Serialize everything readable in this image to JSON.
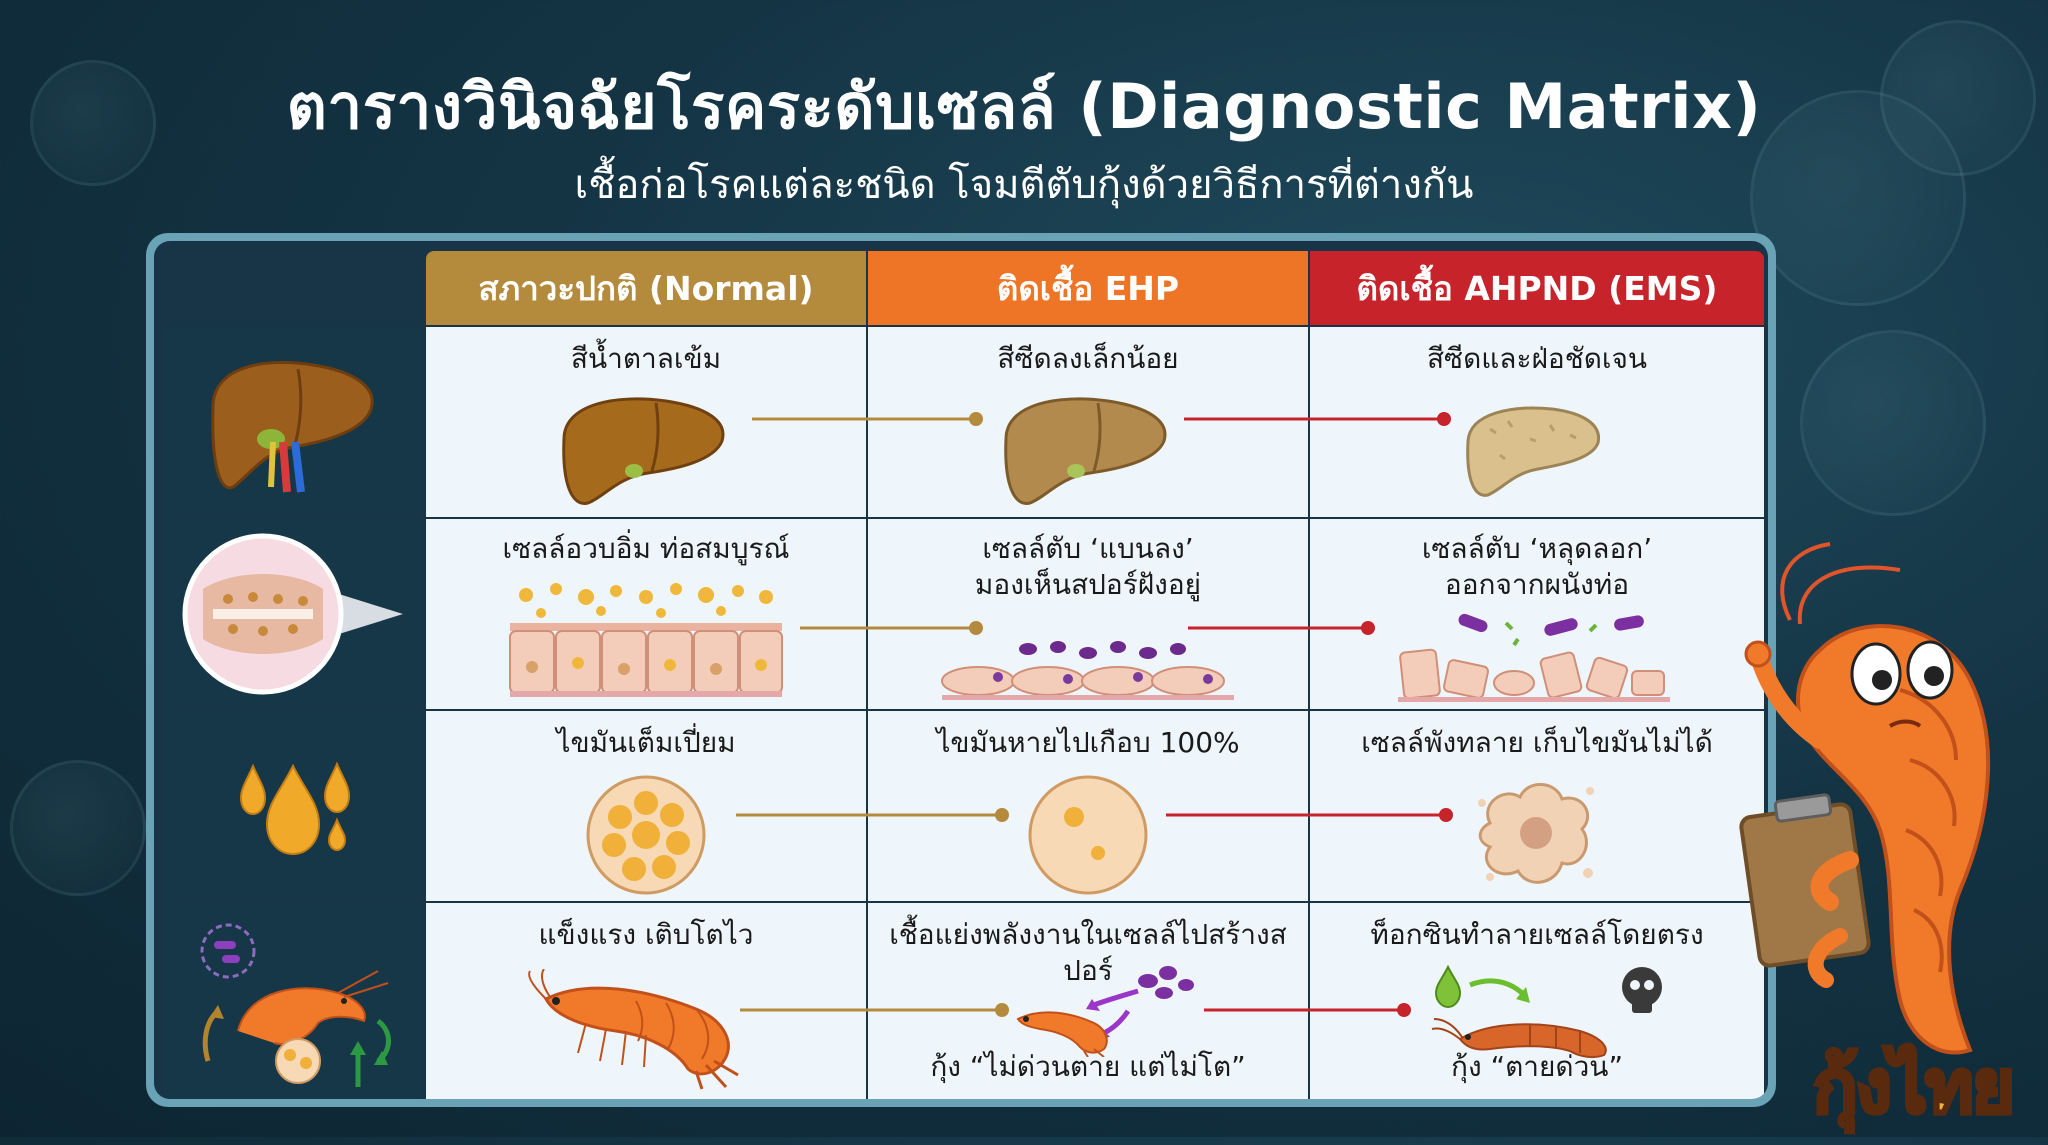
{
  "header": {
    "title": "ตารางวินิจฉัยโรคระดับเซลล์ (Diagnostic Matrix)",
    "subtitle": "เชื้อก่อโรคแต่ละชนิด โจมตีตับกุ้งด้วยวิธีการที่ต่างกัน"
  },
  "columns": [
    {
      "label": "สภาวะปกติ (Normal)",
      "color": "#b48a3c"
    },
    {
      "label": "ติดเชื้อ EHP",
      "color": "#ee7426"
    },
    {
      "label": "ติดเชื้อ AHPND (EMS)",
      "color": "#c6232a"
    }
  ],
  "rows": [
    {
      "icon": "liver-icon",
      "cells": [
        {
          "text": "สีน้ำตาลเข้ม"
        },
        {
          "text": "สีซีดลงเล็กน้อย"
        },
        {
          "text": "สีซีดและฝ่อชัดเจน"
        }
      ]
    },
    {
      "icon": "tubule-cells-icon",
      "cells": [
        {
          "line1": "เซลล์อวบอิ่ม ท่อสมบูรณ์",
          "line2": ""
        },
        {
          "line1": "เซลล์ตับ ‘แบนลง’",
          "line2": "มองเห็นสปอร์ฝังอยู่"
        },
        {
          "line1": "เซลล์ตับ ‘หลุดลอก’",
          "line2": "ออกจากผนังท่อ"
        }
      ]
    },
    {
      "icon": "fat-droplets-icon",
      "cells": [
        {
          "text": "ไขมันเต็มเปี่ยม"
        },
        {
          "text": "ไขมันหายไปเกือบ 100%"
        },
        {
          "text": "เซลล์พังทลาย เก็บไขมันไม่ได้"
        }
      ]
    },
    {
      "icon": "shrimp-growth-cycle-icon",
      "cells": [
        {
          "text": "แข็งแรง เติบโตไว",
          "bottom": ""
        },
        {
          "text": "เชื้อแย่งพลังงานในเซลล์ไปสร้างสปอร์",
          "bottom": "กุ้ง “ไม่ด่วนตาย แต่ไม่โต”"
        },
        {
          "text": "ท็อกซินทำลายเซลล์โดยตรง",
          "bottom": "กุ้ง “ตายด่วน”"
        }
      ]
    }
  ],
  "logo": {
    "text": "กุ้งไทย"
  },
  "colors": {
    "background": "#143444",
    "panel": "#eef6fb",
    "liver_normal": "#a66a1c",
    "liver_ehp": "#b38a4e",
    "liver_ahpnd": "#d9c08c",
    "connector_normal": "#b48a3c",
    "connector_ahpnd": "#c6232a",
    "shrimp": "#f07a2a"
  }
}
